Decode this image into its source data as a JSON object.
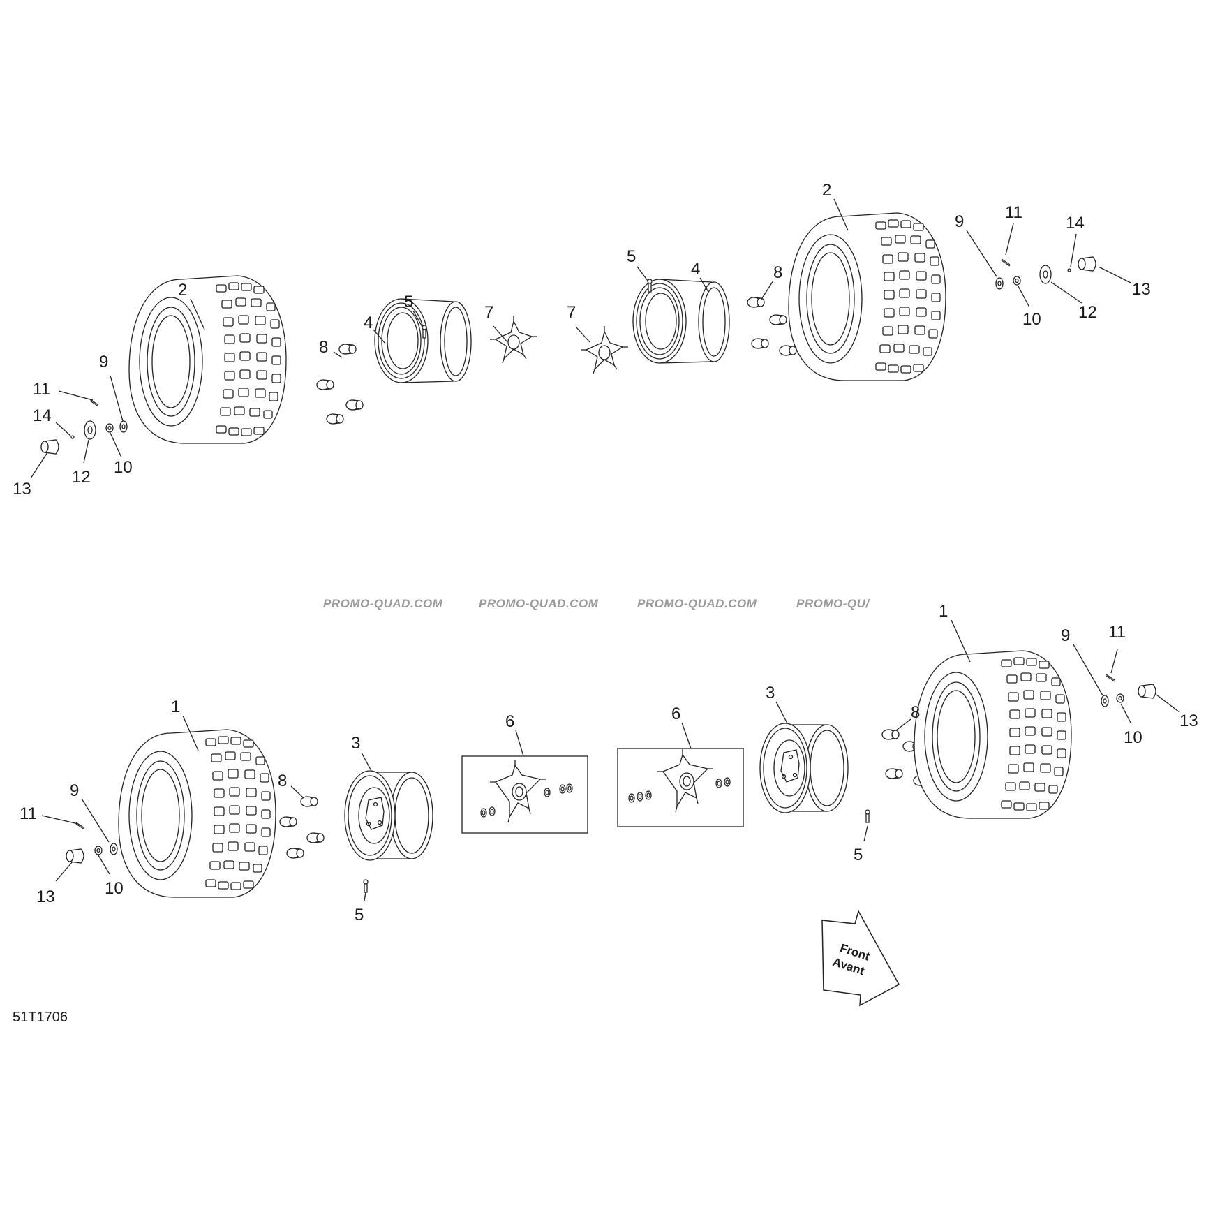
{
  "diagram": {
    "drawing_number": "51T1706",
    "watermark": [
      "PROMO-QUAD.COM",
      "PROMO-QUAD.COM",
      "PROMO-QUAD.COM",
      "PROMO-QU/"
    ],
    "direction_arrow": {
      "line1": "Front",
      "line2": "Avant"
    },
    "callouts": {
      "rear_left": [
        "2",
        "9",
        "11",
        "14",
        "13",
        "12",
        "10",
        "8",
        "4",
        "5",
        "7"
      ],
      "rear_right": [
        "7",
        "5",
        "4",
        "8",
        "2",
        "9",
        "11",
        "14",
        "13",
        "12",
        "10"
      ],
      "front_left": [
        "1",
        "9",
        "11",
        "13",
        "10",
        "8",
        "3",
        "5",
        "6"
      ],
      "front_right": [
        "6",
        "3",
        "5",
        "8",
        "1",
        "9",
        "11",
        "10",
        "13"
      ]
    }
  }
}
